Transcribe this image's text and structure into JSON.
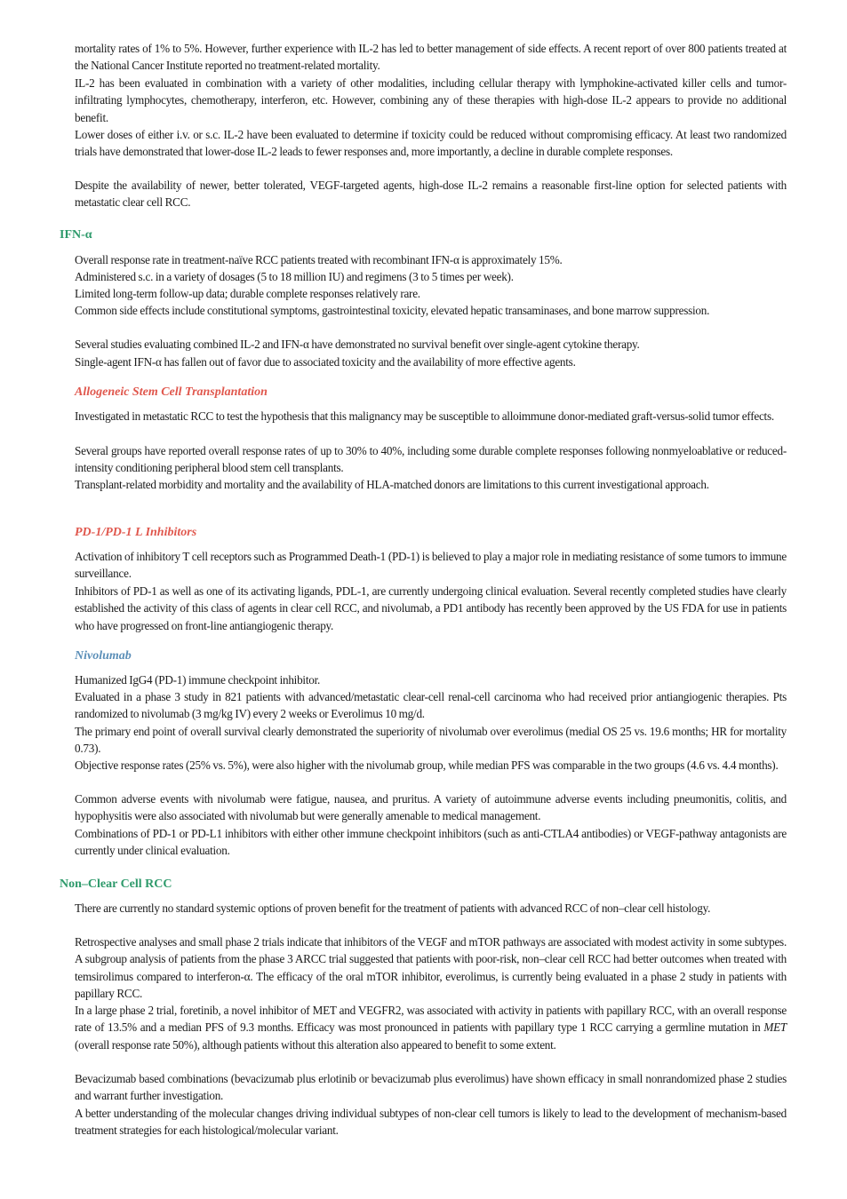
{
  "colors": {
    "heading_green": "#2e9a6b",
    "heading_red": "#e0574d",
    "heading_blue": "#5b8fb8"
  },
  "intro": [
    "mortality rates of 1% to 5%. However, further experience with IL-2 has led to better management of side effects. A recent report of over 800 patients treated at the National Cancer Institute reported no treatment-related mortality.",
    "IL-2 has been evaluated in combination with a variety of other modalities, including cellular therapy with lymphokine-activated killer cells and tumor-infiltrating lymphocytes, chemotherapy, interferon, etc. However, combining any of these therapies with high-dose IL-2 appears to provide no additional benefit.",
    "Lower doses of either i.v. or s.c. IL-2 have been evaluated to determine if toxicity could be reduced without compromising efficacy. At least two randomized trials have demonstrated that lower-dose IL-2 leads to fewer responses and, more importantly, a decline in durable complete responses.",
    "Despite the availability of newer, better tolerated, VEGF-targeted agents, high-dose IL-2 remains a reasonable first-line option for selected patients with metastatic clear cell RCC."
  ],
  "ifn": {
    "heading": "IFN-α",
    "items": [
      "Overall response rate in treatment-naïve RCC patients treated with recombinant IFN-α is approximately 15%.",
      "Administered s.c. in a variety of dosages (5 to 18 million IU) and regimens (3 to 5 times per week).",
      "Limited long-term follow-up data; durable complete responses relatively rare.",
      "Common side effects include constitutional symptoms, gastrointestinal toxicity, elevated hepatic transaminases, and bone marrow suppression.",
      "Several studies evaluating combined IL-2 and IFN-α have demonstrated no survival benefit over single-agent cytokine therapy.",
      "Single-agent IFN-α has fallen out of favor due to associated toxicity and the availability of more effective agents."
    ]
  },
  "allo": {
    "heading": "Allogeneic Stem Cell Transplantation",
    "items": [
      "Investigated in metastatic RCC to test the hypothesis that this malignancy may be susceptible to alloimmune donor-mediated graft-versus-solid tumor effects.",
      "Several groups have reported overall response rates of up to 30% to 40%, including some durable complete responses following nonmyeloablative or reduced-intensity conditioning peripheral blood stem cell transplants.",
      "Transplant-related morbidity and mortality and the availability of HLA-matched donors are limitations to this current investigational approach."
    ]
  },
  "pd1": {
    "heading": "PD-1/PD-1 L Inhibitors",
    "items": [
      "Activation of inhibitory T cell receptors such as Programmed Death-1 (PD-1) is believed to play a major role in mediating resistance of some tumors to immune surveillance.",
      "Inhibitors of PD-1 as well as one of its activating ligands, PDL-1, are currently undergoing clinical evaluation. Several recently completed studies have clearly established the activity of this class of agents in clear cell RCC, and nivolumab, a PD1 antibody has recently been approved by the US FDA for use in patients who have progressed on front-line antiangiogenic therapy."
    ]
  },
  "nivo": {
    "heading": "Nivolumab",
    "items": [
      "Humanized IgG4 (PD-1) immune checkpoint inhibitor.",
      "Evaluated in a phase 3 study in 821 patients with advanced/metastatic clear-cell renal-cell carcinoma who had received prior antiangiogenic therapies. Pts randomized to nivolumab (3 mg/kg IV) every 2 weeks or Everolimus 10 mg/d.",
      "The primary end point of overall survival clearly demonstrated the superiority of nivolumab over everolimus (medial OS 25 vs. 19.6 months; HR for mortality 0.73).",
      "Objective response rates (25% vs. 5%), were also higher with the nivolumab group, while median PFS was comparable in the two groups (4.6 vs. 4.4 months).",
      "Common adverse events with nivolumab were fatigue, nausea, and pruritus. A variety of autoimmune adverse events including pneumonitis, colitis, and hypophysitis were also associated with nivolumab but were generally amenable to medical management.",
      "Combinations of PD-1 or PD-L1 inhibitors with either other immune checkpoint inhibitors (such as anti-CTLA4 antibodies) or VEGF-pathway antagonists are currently under clinical evaluation."
    ]
  },
  "nonclear": {
    "heading": "Non–Clear Cell RCC",
    "p1": "There are currently no standard systemic options of proven benefit for the treatment of patients with advanced RCC of non–clear cell histology.",
    "p2": "Retrospective analyses and small phase 2 trials indicate that inhibitors of the VEGF and mTOR pathways are associated with modest activity in some subtypes. A subgroup analysis of patients from the phase 3 ARCC trial suggested that patients with poor-risk, non–clear cell RCC had better outcomes when treated with temsirolimus compared to interferon-α. The efficacy of the oral mTOR inhibitor, everolimus, is currently being evaluated in a phase 2 study in patients with papillary RCC.",
    "p3_a": "In a large phase 2 trial, foretinib, a novel inhibitor of MET and VEGFR2, was associated with activity in patients with papillary RCC, with an overall response rate of 13.5% and a median PFS of 9.3 months. Efficacy was most pronounced in patients with papillary type 1 RCC carrying a germline mutation in ",
    "p3_gene": "MET",
    "p3_b": " (overall response rate 50%), although patients without this alteration also appeared to benefit to some extent.",
    "p4": "Bevacizumab based combinations (bevacizumab plus erlotinib or bevacizumab plus everolimus) have shown efficacy in small nonrandomized phase 2 studies and warrant further investigation.",
    "p5": "A better understanding of the molecular changes driving individual subtypes of non-clear cell tumors is likely to lead to the development of mechanism-based treatment strategies for each histological/molecular variant."
  }
}
